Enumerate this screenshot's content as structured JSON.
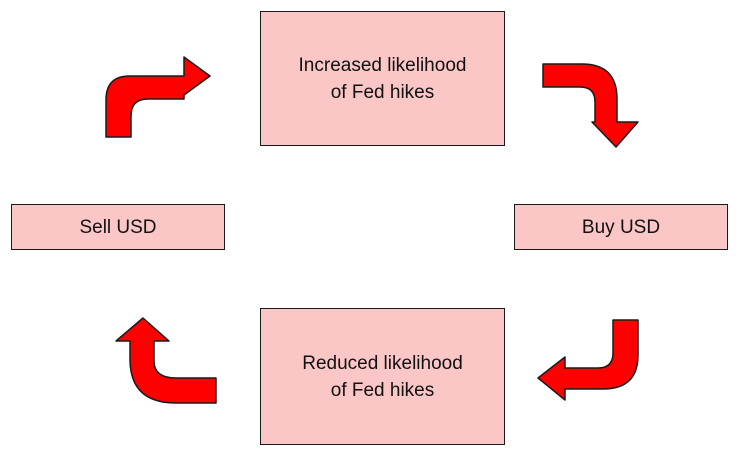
{
  "colors": {
    "box_fill": "#fbc6c6",
    "box_border": "#1a1a1a",
    "arrow_fill": "#ff0000",
    "arrow_stroke": "#1a1a1a"
  },
  "nodes": {
    "top": "Increased likelihood\nof Fed hikes",
    "right": "Buy USD",
    "bottom": "Reduced likelihood\nof Fed hikes",
    "left": "Sell USD"
  },
  "icons": {
    "top_left": "curved-arrow-right-icon",
    "top_right": "curved-arrow-down-icon",
    "bottom_right": "curved-arrow-left-icon",
    "bottom_left": "curved-arrow-up-icon"
  }
}
